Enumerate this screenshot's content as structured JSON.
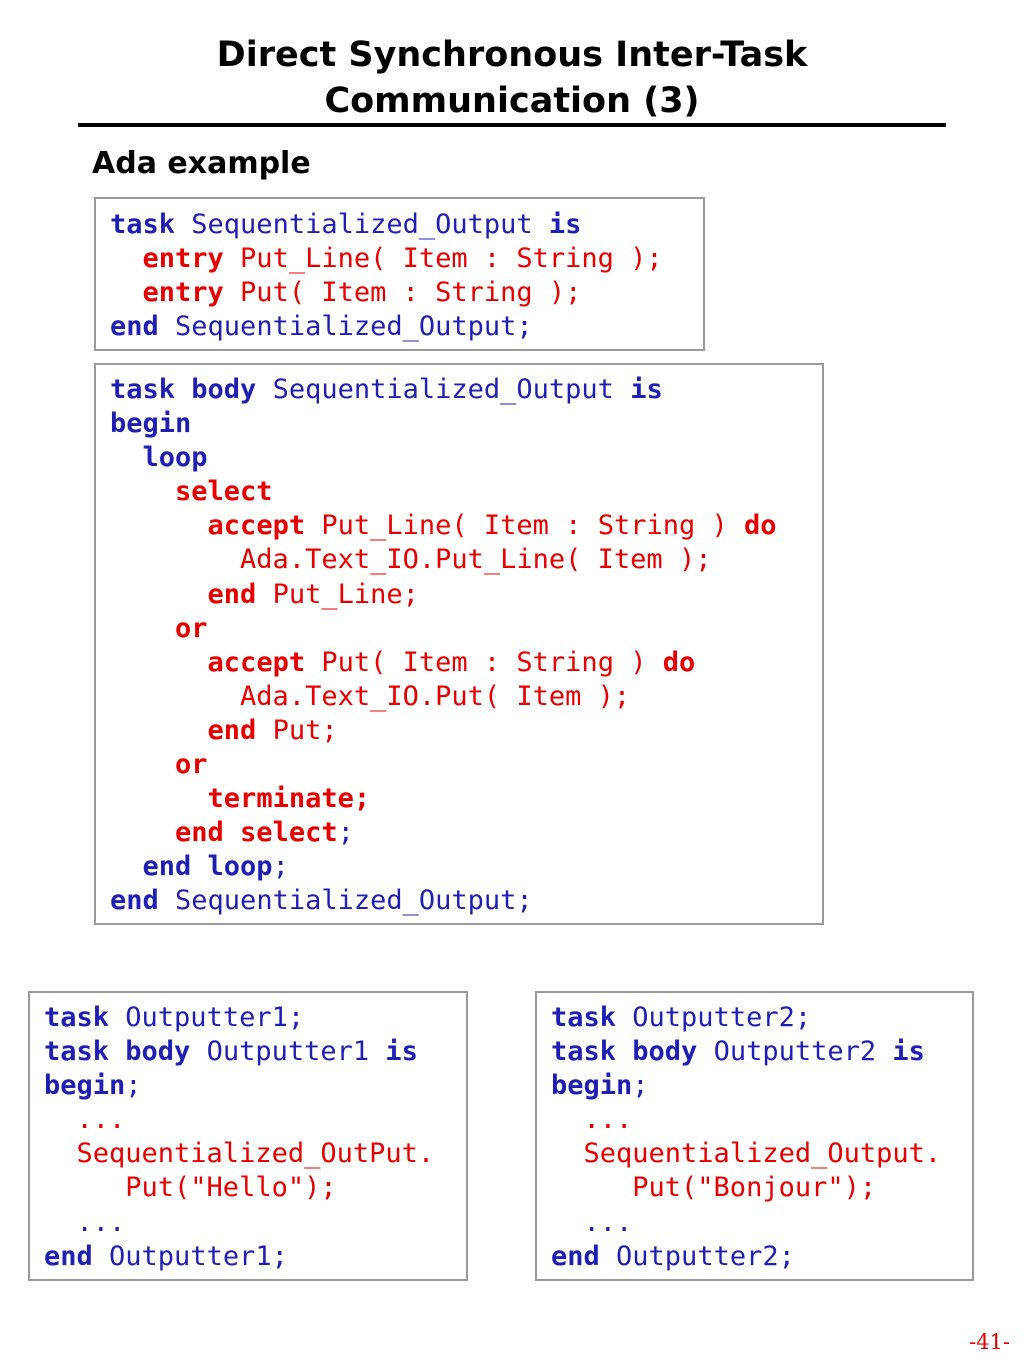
{
  "slide": {
    "title_line_1": "Direct Synchronous Inter-Task",
    "title_line_2": "Communication (3)",
    "subtitle": "Ada example",
    "page_number": "-41-"
  },
  "colors": {
    "keyword_blue": "#1f1fb4",
    "keyword_red": "#e60000",
    "box_border": "#9a9a9a"
  },
  "spec_box": {
    "lines": [
      [
        {
          "text": "task",
          "style": "kw-blue"
        },
        {
          "text": " Sequentialized_Output ",
          "style": "tx-blue"
        },
        {
          "text": "is",
          "style": "kw-blue"
        }
      ],
      [
        {
          "text": "  ",
          "style": "tx-blue"
        },
        {
          "text": "entry",
          "style": "kw-red"
        },
        {
          "text": " Put_Line( Item : String );",
          "style": "tx-red"
        }
      ],
      [
        {
          "text": "  ",
          "style": "tx-blue"
        },
        {
          "text": "entry",
          "style": "kw-red"
        },
        {
          "text": " Put( Item : String );",
          "style": "tx-red"
        }
      ],
      [
        {
          "text": "end",
          "style": "kw-blue"
        },
        {
          "text": " Sequentialized_Output;",
          "style": "tx-blue"
        }
      ]
    ]
  },
  "body_box": {
    "lines": [
      [
        {
          "text": "task body",
          "style": "kw-blue"
        },
        {
          "text": " Sequentialized_Output ",
          "style": "tx-blue"
        },
        {
          "text": "is",
          "style": "kw-blue"
        }
      ],
      [
        {
          "text": "begin",
          "style": "kw-blue"
        }
      ],
      [
        {
          "text": "  ",
          "style": "tx-blue"
        },
        {
          "text": "loop",
          "style": "kw-blue"
        }
      ],
      [
        {
          "text": "    ",
          "style": "tx-blue"
        },
        {
          "text": "select",
          "style": "kw-red"
        }
      ],
      [
        {
          "text": "      ",
          "style": "tx-blue"
        },
        {
          "text": "accept",
          "style": "kw-red"
        },
        {
          "text": " Put_Line( Item : String ) ",
          "style": "tx-red"
        },
        {
          "text": "do",
          "style": "kw-red"
        }
      ],
      [
        {
          "text": "        Ada.Text_IO.Put_Line( Item );",
          "style": "tx-red"
        }
      ],
      [
        {
          "text": "      ",
          "style": "tx-blue"
        },
        {
          "text": "end",
          "style": "kw-red"
        },
        {
          "text": " Put_Line;",
          "style": "tx-red"
        }
      ],
      [
        {
          "text": "    ",
          "style": "tx-blue"
        },
        {
          "text": "or",
          "style": "kw-red"
        }
      ],
      [
        {
          "text": "      ",
          "style": "tx-blue"
        },
        {
          "text": "accept",
          "style": "kw-red"
        },
        {
          "text": " Put( Item : String ) ",
          "style": "tx-red"
        },
        {
          "text": "do",
          "style": "kw-red"
        }
      ],
      [
        {
          "text": "        Ada.Text_IO.Put( Item );",
          "style": "tx-red"
        }
      ],
      [
        {
          "text": "      ",
          "style": "tx-blue"
        },
        {
          "text": "end",
          "style": "kw-red"
        },
        {
          "text": " Put;",
          "style": "tx-red"
        }
      ],
      [
        {
          "text": "    ",
          "style": "tx-blue"
        },
        {
          "text": "or",
          "style": "kw-red"
        }
      ],
      [
        {
          "text": "      ",
          "style": "tx-blue"
        },
        {
          "text": "terminate;",
          "style": "kw-red"
        }
      ],
      [
        {
          "text": "    ",
          "style": "tx-blue"
        },
        {
          "text": "end select",
          "style": "kw-red"
        },
        {
          "text": ";",
          "style": "tx-blue"
        }
      ],
      [
        {
          "text": "  ",
          "style": "tx-blue"
        },
        {
          "text": "end loop",
          "style": "kw-blue"
        },
        {
          "text": ";",
          "style": "tx-blue"
        }
      ],
      [
        {
          "text": "end",
          "style": "kw-blue"
        },
        {
          "text": " Sequentialized_Output;",
          "style": "tx-blue"
        }
      ]
    ]
  },
  "outputter1_box": {
    "lines": [
      [
        {
          "text": "task",
          "style": "kw-blue"
        },
        {
          "text": " Outputter1;",
          "style": "tx-blue"
        }
      ],
      [
        {
          "text": "task body",
          "style": "kw-blue"
        },
        {
          "text": " Outputter1 ",
          "style": "tx-blue"
        },
        {
          "text": "is",
          "style": "kw-blue"
        }
      ],
      [
        {
          "text": "begin",
          "style": "kw-blue"
        },
        {
          "text": ";",
          "style": "tx-blue"
        }
      ],
      [
        {
          "text": "  ...",
          "style": "tx-red"
        }
      ],
      [
        {
          "text": "  Sequentialized_OutPut.",
          "style": "tx-red"
        }
      ],
      [
        {
          "text": "     Put(\"Hello\");",
          "style": "tx-red"
        }
      ],
      [
        {
          "text": "  ...",
          "style": "tx-blue"
        }
      ],
      [
        {
          "text": "end",
          "style": "kw-blue"
        },
        {
          "text": " Outputter1;",
          "style": "tx-blue"
        }
      ]
    ]
  },
  "outputter2_box": {
    "lines": [
      [
        {
          "text": "task",
          "style": "kw-blue"
        },
        {
          "text": " Outputter2;",
          "style": "tx-blue"
        }
      ],
      [
        {
          "text": "task body",
          "style": "kw-blue"
        },
        {
          "text": " Outputter2 ",
          "style": "tx-blue"
        },
        {
          "text": "is",
          "style": "kw-blue"
        }
      ],
      [
        {
          "text": "begin",
          "style": "kw-blue"
        },
        {
          "text": ";",
          "style": "tx-blue"
        }
      ],
      [
        {
          "text": "  ...",
          "style": "tx-red"
        }
      ],
      [
        {
          "text": "  Sequentialized_Output.",
          "style": "tx-red"
        }
      ],
      [
        {
          "text": "     Put(\"Bonjour\");",
          "style": "tx-red"
        }
      ],
      [
        {
          "text": "  ...",
          "style": "tx-blue"
        }
      ],
      [
        {
          "text": "end",
          "style": "kw-blue"
        },
        {
          "text": " Outputter2;",
          "style": "tx-blue"
        }
      ]
    ]
  }
}
